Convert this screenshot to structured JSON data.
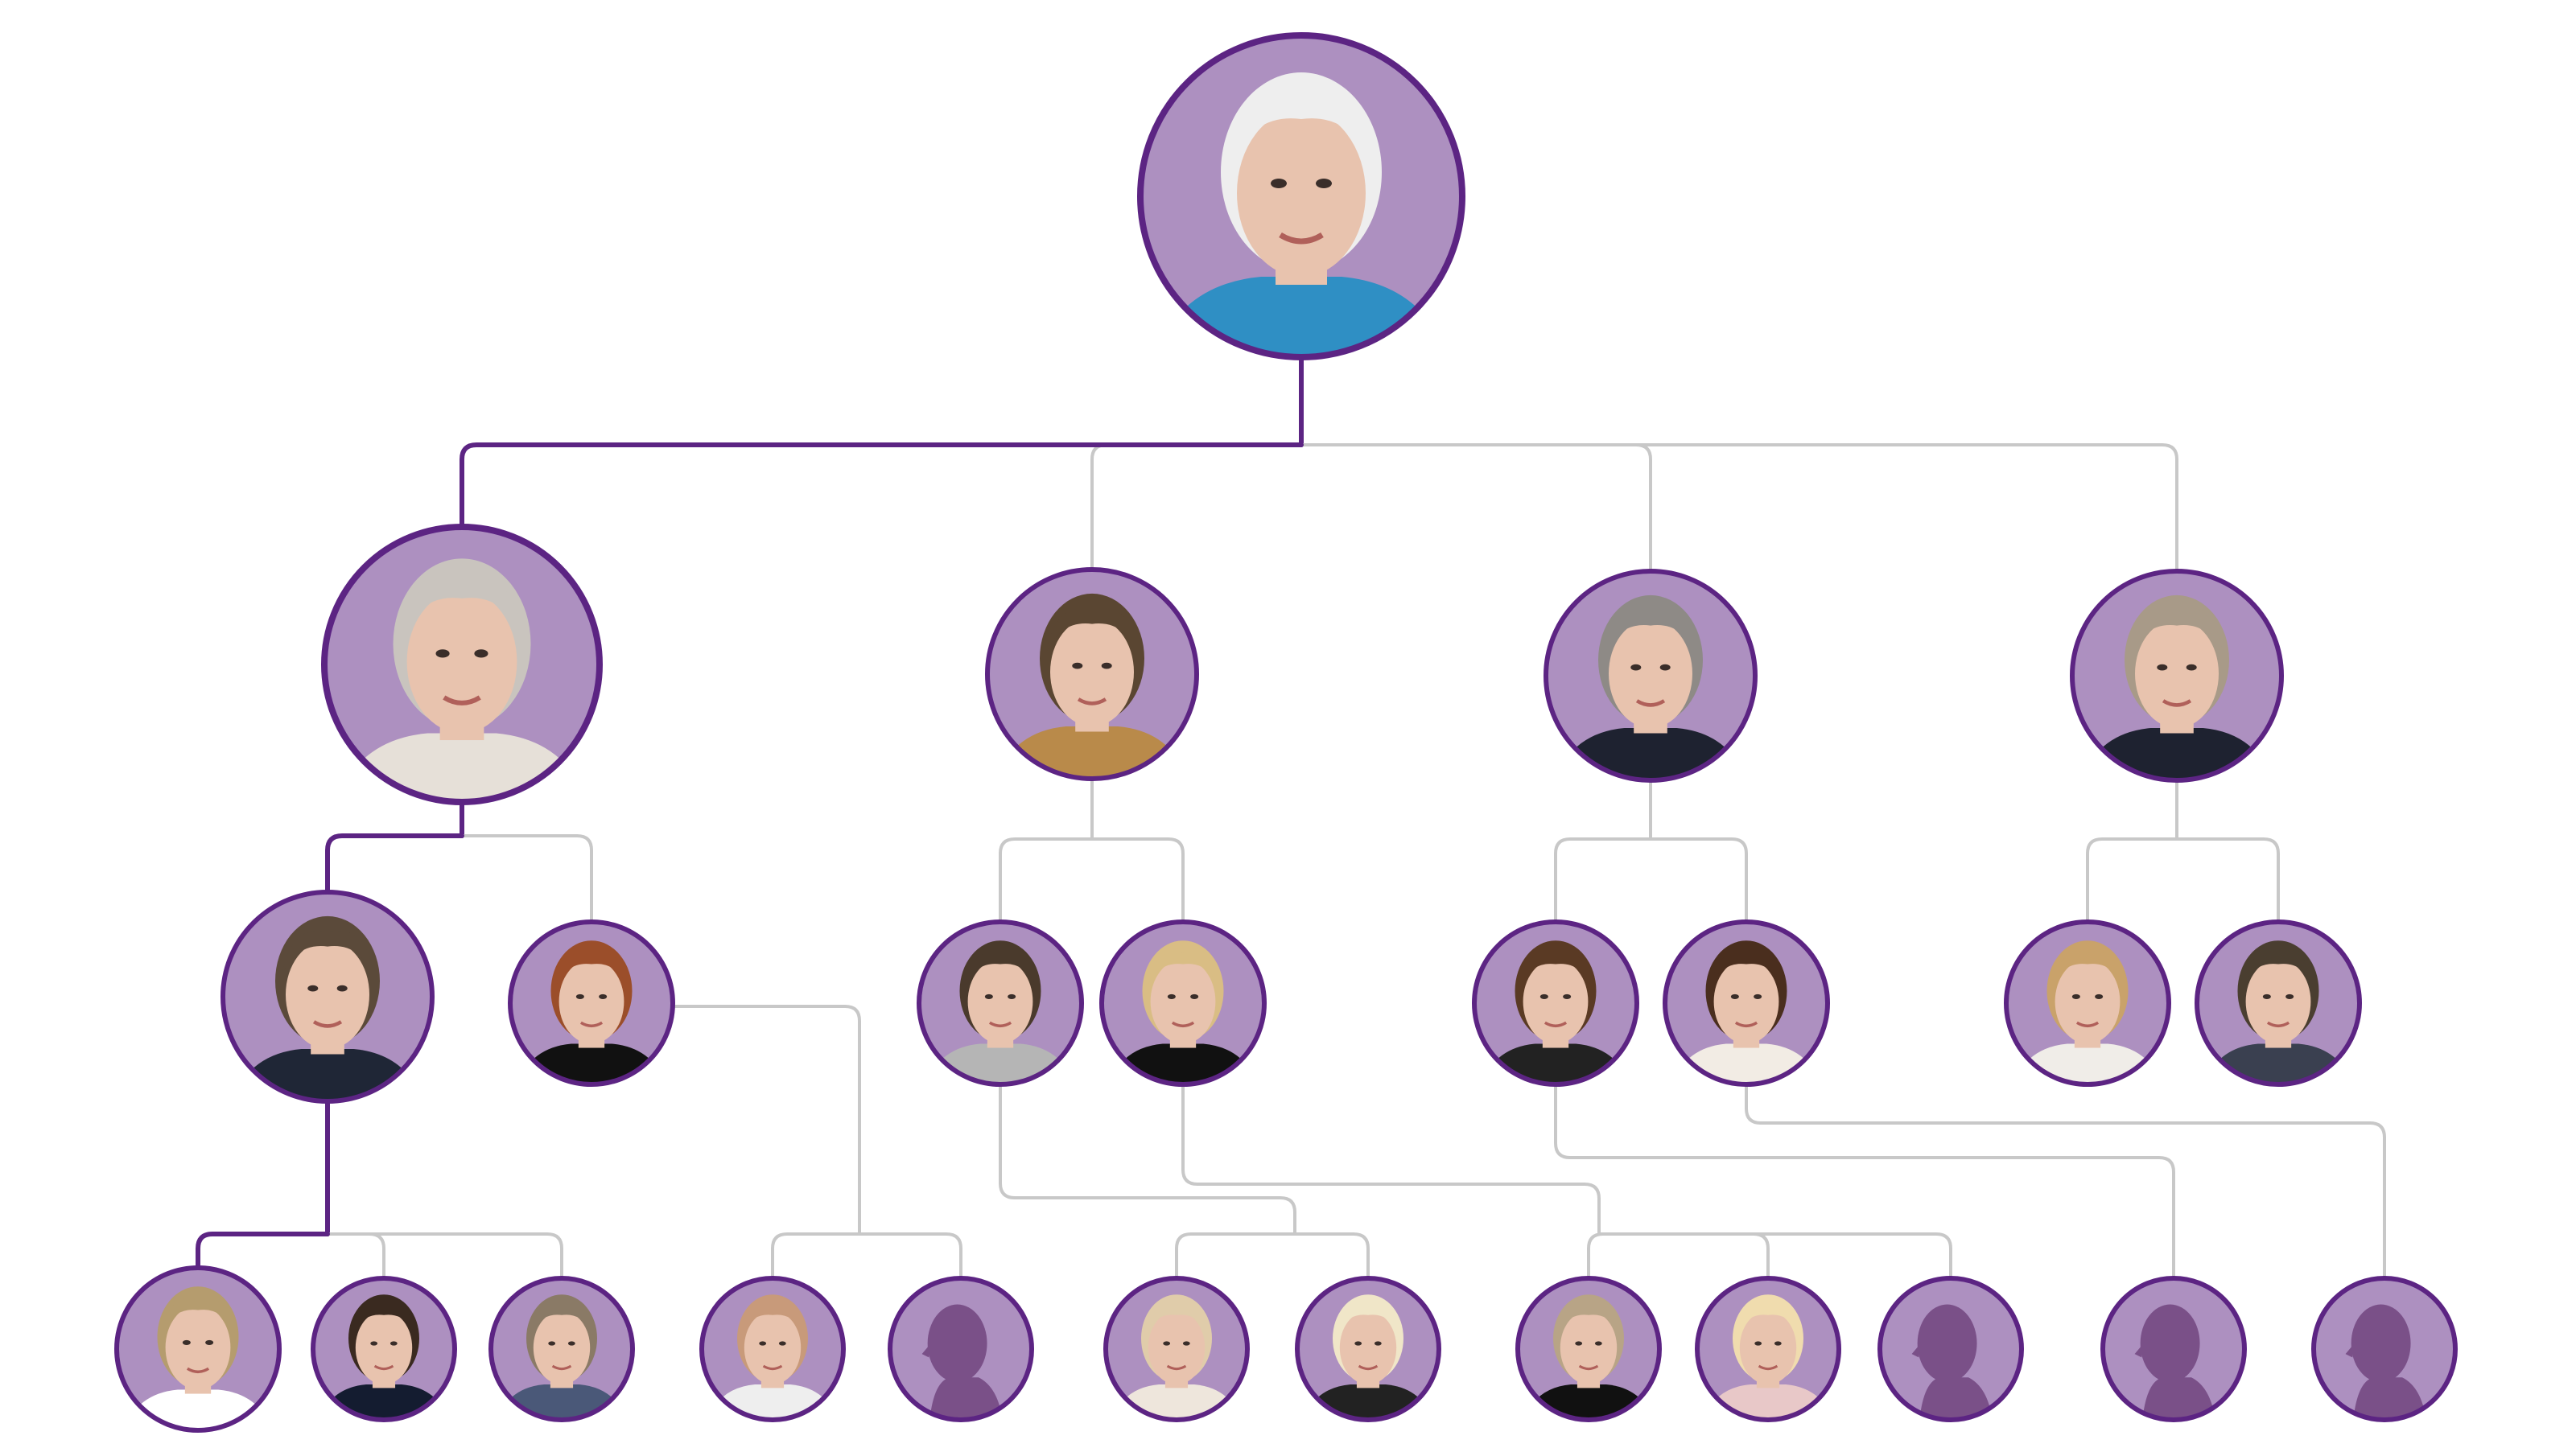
{
  "colors": {
    "node_fill": "#ad90c0",
    "node_border": "#5c2483",
    "highlight_line": "#5c2483",
    "line": "#c8c8c8",
    "silhouette": "#7a5088",
    "skin": "#e8c3ae"
  },
  "nodes": [
    {
      "id": "queen",
      "generation": 1,
      "photo": "portrait",
      "hair": "#eeeeee",
      "clothing": "#2f8fc4"
    },
    {
      "id": "charles",
      "generation": 2,
      "photo": "portrait",
      "hair": "#c9c4be",
      "clothing": "#e6e0d8"
    },
    {
      "id": "anne",
      "generation": 2,
      "photo": "portrait",
      "hair": "#5a4632",
      "clothing": "#b98a4a"
    },
    {
      "id": "andrew",
      "generation": 2,
      "photo": "portrait",
      "hair": "#8e8a86",
      "clothing": "#1e2230"
    },
    {
      "id": "edward",
      "generation": 2,
      "photo": "portrait",
      "hair": "#a89a88",
      "clothing": "#1e2230"
    },
    {
      "id": "william",
      "generation": 3,
      "photo": "portrait",
      "hair": "#5b4a3a",
      "clothing": "#1f2636"
    },
    {
      "id": "harry",
      "generation": 3,
      "photo": "portrait",
      "hair": "#9b4e2a",
      "clothing": "#111111"
    },
    {
      "id": "peter",
      "generation": 3,
      "photo": "portrait",
      "hair": "#4a3a2c",
      "clothing": "#b5b5b5"
    },
    {
      "id": "zara",
      "generation": 3,
      "photo": "portrait",
      "hair": "#d9bd84",
      "clothing": "#111111"
    },
    {
      "id": "beatrice",
      "generation": 3,
      "photo": "portrait",
      "hair": "#5a3a24",
      "clothing": "#222222"
    },
    {
      "id": "eugenie",
      "generation": 3,
      "photo": "portrait",
      "hair": "#4a2e1e",
      "clothing": "#f2ece4"
    },
    {
      "id": "louise",
      "generation": 3,
      "photo": "portrait",
      "hair": "#c9a26a",
      "clothing": "#f0ede8"
    },
    {
      "id": "james",
      "generation": 3,
      "photo": "portrait",
      "hair": "#4a3e30",
      "clothing": "#3a4050"
    },
    {
      "id": "george",
      "generation": 4,
      "photo": "portrait",
      "hair": "#b59c6e",
      "clothing": "#ffffff"
    },
    {
      "id": "charlotte",
      "generation": 4,
      "photo": "portrait",
      "hair": "#3a2a20",
      "clothing": "#141c30"
    },
    {
      "id": "louis",
      "generation": 4,
      "photo": "portrait",
      "hair": "#8a7a66",
      "clothing": "#4a5878"
    },
    {
      "id": "archie",
      "generation": 4,
      "photo": "portrait",
      "hair": "#c89a7a",
      "clothing": "#eeeeee"
    },
    {
      "id": "unknown-1",
      "generation": 4,
      "photo": "silhouette"
    },
    {
      "id": "savannah",
      "generation": 4,
      "photo": "portrait",
      "hair": "#e0ccaa",
      "clothing": "#eee6dc"
    },
    {
      "id": "isla",
      "generation": 4,
      "photo": "portrait",
      "hair": "#f0e6c8",
      "clothing": "#222222"
    },
    {
      "id": "mia",
      "generation": 4,
      "photo": "portrait",
      "hair": "#b8a486",
      "clothing": "#111111"
    },
    {
      "id": "lena",
      "generation": 4,
      "photo": "portrait",
      "hair": "#f0dcae",
      "clothing": "#e8c8c8"
    },
    {
      "id": "unknown-2",
      "generation": 4,
      "photo": "silhouette"
    },
    {
      "id": "unknown-3",
      "generation": 4,
      "photo": "silhouette"
    },
    {
      "id": "unknown-4",
      "generation": 4,
      "photo": "silhouette"
    }
  ],
  "links": [
    {
      "parent": "queen",
      "children": [
        "charles",
        "anne",
        "andrew",
        "edward"
      ],
      "highlight": "charles"
    },
    {
      "parent": "charles",
      "children": [
        "william",
        "harry"
      ],
      "highlight": "william"
    },
    {
      "parent": "anne",
      "children": [
        "peter",
        "zara"
      ]
    },
    {
      "parent": "andrew",
      "children": [
        "beatrice",
        "eugenie"
      ]
    },
    {
      "parent": "edward",
      "children": [
        "louise",
        "james"
      ]
    },
    {
      "parent": "william",
      "children": [
        "george",
        "charlotte",
        "louis"
      ],
      "highlight": "george"
    },
    {
      "parent": "harry",
      "children": [
        "archie",
        "unknown-1"
      ]
    },
    {
      "parent": "peter",
      "children": [
        "savannah",
        "isla"
      ]
    },
    {
      "parent": "zara",
      "children": [
        "mia",
        "lena",
        "unknown-2"
      ]
    },
    {
      "parent": "beatrice",
      "children": [
        "unknown-3"
      ]
    },
    {
      "parent": "eugenie",
      "children": [
        "unknown-4"
      ]
    }
  ]
}
